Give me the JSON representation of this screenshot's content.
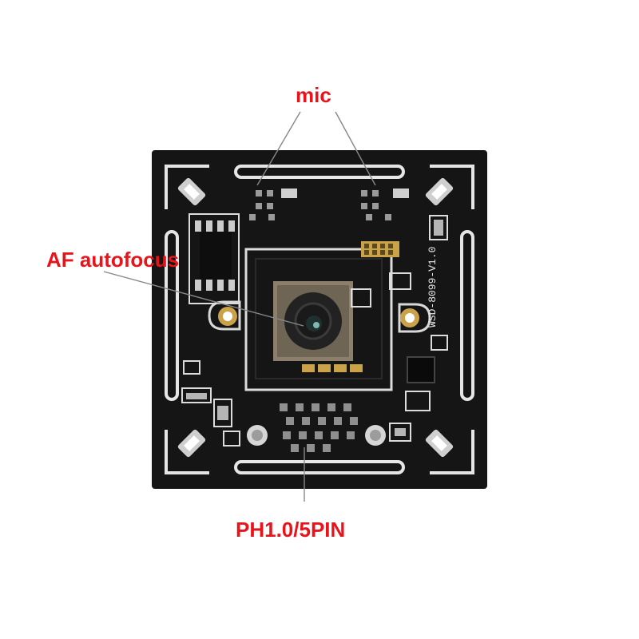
{
  "annotations": {
    "mic": "mic",
    "af": "AF autofocus",
    "connector": "PH1.0/5PIN"
  },
  "board": {
    "silkscreen": "WSD-8099-V1.0"
  },
  "colors": {
    "annotation": "#e8141b",
    "pcb": "#141414",
    "silk": "#e6e6e6",
    "gold": "#c9a24a"
  }
}
